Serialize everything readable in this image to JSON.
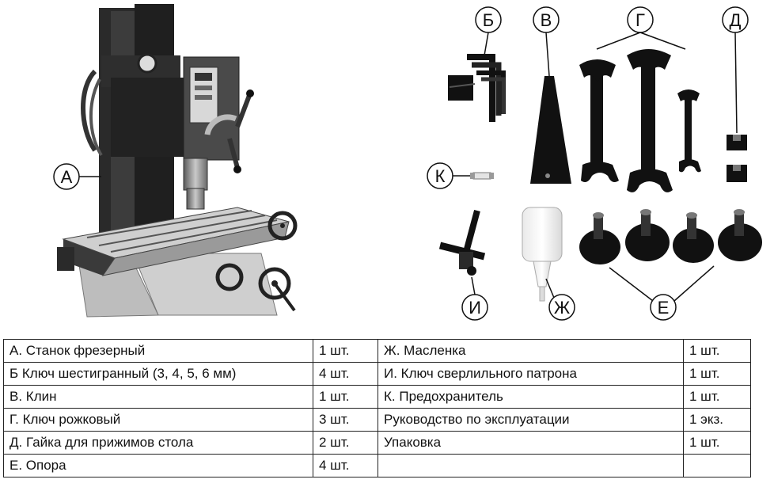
{
  "callouts": {
    "a": "А",
    "b": "Б",
    "v": "В",
    "g": "Г",
    "d": "Д",
    "k": "К",
    "i": "И",
    "zh": "Ж",
    "e": "Е"
  },
  "icons": [
    "milling-machine",
    "hex-key-set",
    "wedge",
    "open-end-wrench",
    "table-clamp-nut",
    "fuse",
    "drill-chuck-key",
    "oil-can",
    "leveling-foot"
  ],
  "table": {
    "rows": [
      {
        "left_name": "А. Станок фрезерный",
        "left_qty": "1 шт.",
        "right_name": "Ж. Масленка",
        "right_qty": "1 шт."
      },
      {
        "left_name": "Б  Ключ шестигранный (3, 4, 5, 6 мм)",
        "left_qty": "4 шт.",
        "right_name": "И. Ключ сверлильного патрона",
        "right_qty": "1 шт."
      },
      {
        "left_name": "В. Клин",
        "left_qty": "1 шт.",
        "right_name": "К. Предохранитель",
        "right_qty": "1 шт."
      },
      {
        "left_name": "Г. Ключ рожковый",
        "left_qty": "3 шт.",
        "right_name": "Руководство по эксплуатации",
        "right_qty": "1 экз."
      },
      {
        "left_name": "Д. Гайка для прижимов стола",
        "left_qty": "2 шт.",
        "right_name": "Упаковка",
        "right_qty": "1 шт."
      },
      {
        "left_name": "Е. Опора",
        "left_qty": "4 шт.",
        "right_name": "",
        "right_qty": ""
      }
    ]
  }
}
